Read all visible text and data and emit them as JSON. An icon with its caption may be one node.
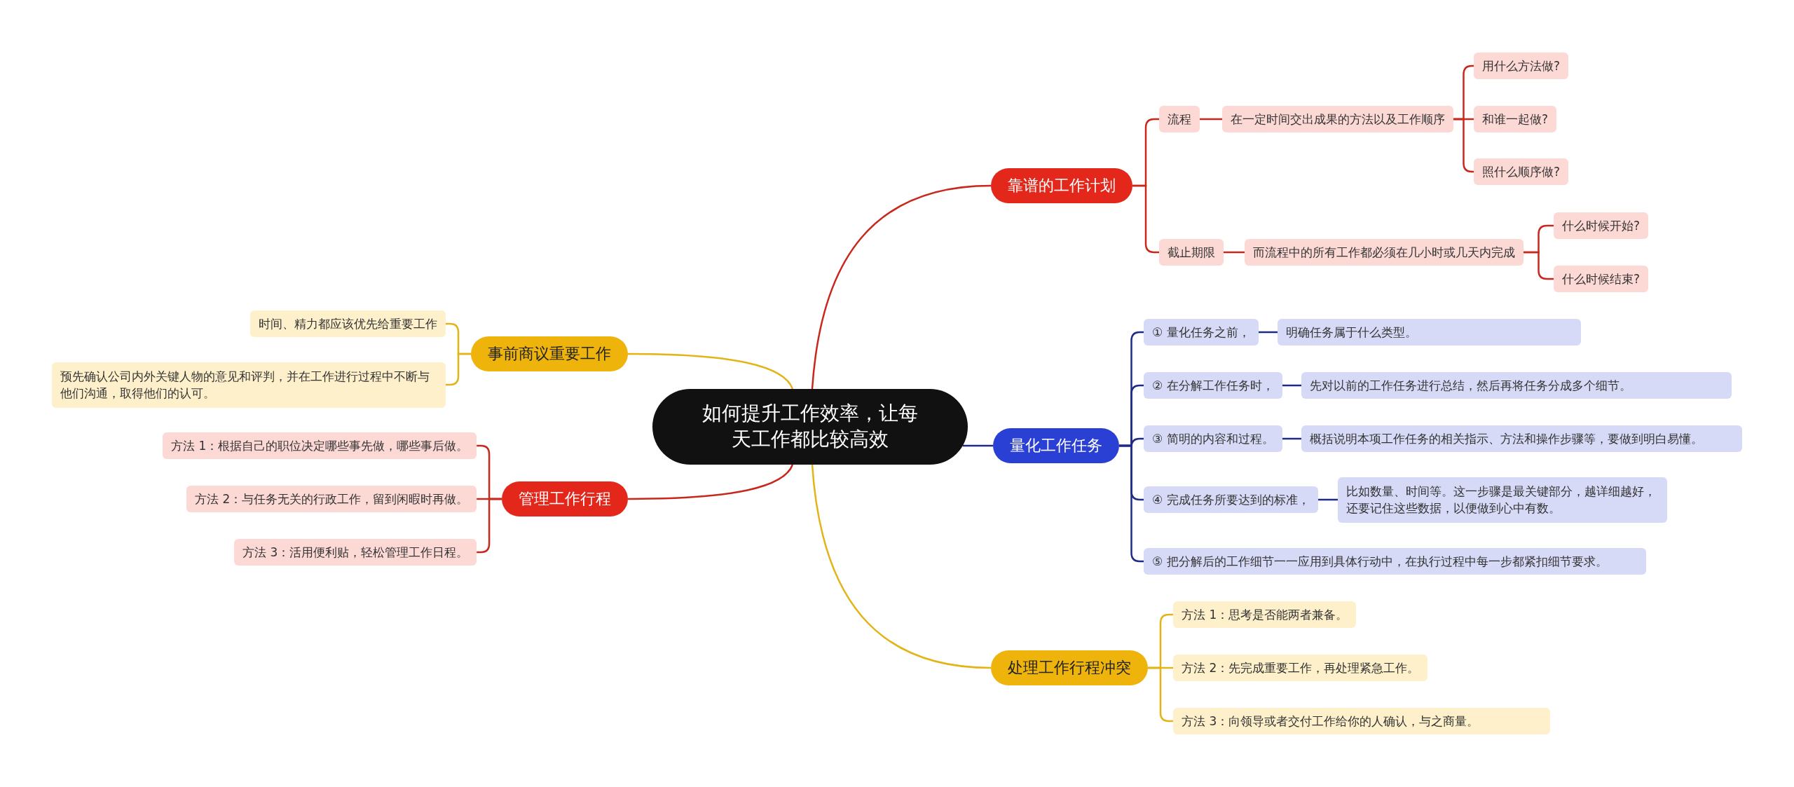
{
  "diagram": {
    "nodes": [
      {
        "text": [
          "如何提升工作效率，让每天工作都比较高效"
        ]
      },
      {
        "text": [
          "靠谱的工作计划"
        ]
      },
      {
        "text": [
          "流程"
        ]
      },
      {
        "text": [
          "在一定时间交出成果的方法以及工作顺序"
        ]
      },
      {
        "text": [
          "用什么方法做?"
        ]
      },
      {
        "text": [
          "和谁一起做?"
        ]
      },
      {
        "text": [
          "照什么顺序做?"
        ]
      },
      {
        "text": [
          "截止期限"
        ]
      },
      {
        "text": [
          "而流程中的所有工作都必须在几小时或几天内完成"
        ]
      },
      {
        "text": [
          "什么时候开始?"
        ]
      },
      {
        "text": [
          "什么时候结束?"
        ]
      },
      {
        "text": [
          "量化工作任务"
        ]
      },
      {
        "text": [
          "① 量化任务之前，"
        ]
      },
      {
        "text": [
          "明确任务属于什么类型。"
        ]
      },
      {
        "text": [
          "② 在分解工作任务时，"
        ]
      },
      {
        "text": [
          "先对以前的工作任务进行总结，然后再将任务分成多个细节。"
        ]
      },
      {
        "text": [
          "③ 简明的内容和过程。"
        ]
      },
      {
        "text": [
          "概括说明本项工作任务的相关指示、方法和操作步骤等，要做到明白易懂。"
        ]
      },
      {
        "text": [
          "④ 完成任务所要达到的标准，"
        ]
      },
      {
        "text": [
          "比如数量、时间等。这一步骤是最关键部分，越详细越好，还要记住这些数据，以便做到心中有数。"
        ]
      },
      {
        "text": [
          "⑤ 把分解后的工作细节一一应用到具体行动中，在执行过程中每一步都紧扣细节要求。"
        ]
      },
      {
        "text": [
          "处理工作行程冲突"
        ]
      },
      {
        "text": [
          "方法 1：思考是否能两者兼备。"
        ]
      },
      {
        "text": [
          "方法 2：先完成重要工作，再处理紧急工作。"
        ]
      },
      {
        "text": [
          "方法 3：向领导或者交付工作给你的人确认，与之商量。"
        ]
      },
      {
        "text": [
          "管理工作行程"
        ]
      },
      {
        "text": [
          "方法 1：根据自己的职位决定哪些事先做，哪些事后做。"
        ]
      },
      {
        "text": [
          "方法 2：与任务无关的行政工作，留到闲暇时再做。"
        ]
      },
      {
        "text": [
          "方法 3：活用便利贴，轻松管理工作日程。"
        ]
      },
      {
        "text": [
          "事前商议重要工作"
        ]
      },
      {
        "text": [
          "时间、精力都应该优先给重要工作"
        ]
      },
      {
        "text": [
          "预先确认公司内外关键人物的意见和评判，并在工作进行过程中不断与他们沟通，取得他们的认可。"
        ]
      }
    ],
    "edges": [
      {
        "from": 0,
        "to": 1,
        "arrow": "none"
      },
      {
        "from": 1,
        "to": 2,
        "arrow": "none"
      },
      {
        "from": 2,
        "to": 3,
        "arrow": "none"
      },
      {
        "from": 3,
        "to": 4,
        "arrow": "none"
      },
      {
        "from": 3,
        "to": 5,
        "arrow": "none"
      },
      {
        "from": 3,
        "to": 6,
        "arrow": "none"
      },
      {
        "from": 1,
        "to": 7,
        "arrow": "none"
      },
      {
        "from": 7,
        "to": 8,
        "arrow": "none"
      },
      {
        "from": 8,
        "to": 9,
        "arrow": "none"
      },
      {
        "from": 8,
        "to": 10,
        "arrow": "none"
      },
      {
        "from": 0,
        "to": 11,
        "arrow": "none",
        "color": "#1d2b86"
      },
      {
        "from": 11,
        "to": 12,
        "arrow": "none",
        "color": "#1d2b86"
      },
      {
        "from": 12,
        "to": 13,
        "arrow": "none",
        "color": "#1d2b86"
      },
      {
        "from": 11,
        "to": 14,
        "arrow": "none",
        "color": "#1d2b86"
      },
      {
        "from": 14,
        "to": 15,
        "arrow": "none",
        "color": "#1d2b86"
      },
      {
        "from": 11,
        "to": 16,
        "arrow": "none",
        "color": "#1d2b86"
      },
      {
        "from": 16,
        "to": 17,
        "arrow": "none",
        "color": "#1d2b86"
      },
      {
        "from": 11,
        "to": 18,
        "arrow": "none",
        "color": "#1d2b86"
      },
      {
        "from": 18,
        "to": 19,
        "arrow": "none",
        "color": "#1d2b86"
      },
      {
        "from": 11,
        "to": 20,
        "arrow": "none",
        "color": "#1d2b86"
      },
      {
        "from": 0,
        "to": 21,
        "arrow": "none",
        "color": "#e2b416"
      },
      {
        "from": 21,
        "to": 22,
        "arrow": "none",
        "color": "#e2b416"
      },
      {
        "from": 21,
        "to": 23,
        "arrow": "none",
        "color": "#e2b416"
      },
      {
        "from": 21,
        "to": 24,
        "arrow": "none",
        "color": "#e2b416"
      },
      {
        "from": 0,
        "to": 25,
        "arrow": "none"
      },
      {
        "from": 25,
        "to": 26,
        "arrow": "none"
      },
      {
        "from": 25,
        "to": 27,
        "arrow": "none"
      },
      {
        "from": 25,
        "to": 28,
        "arrow": "none"
      },
      {
        "from": 0,
        "to": 29,
        "arrow": "none",
        "color": "#e2b416"
      },
      {
        "from": 29,
        "to": 30,
        "arrow": "none",
        "color": "#e2b416"
      },
      {
        "from": 29,
        "to": 31,
        "arrow": "none",
        "color": "#e2b416"
      }
    ]
  }
}
